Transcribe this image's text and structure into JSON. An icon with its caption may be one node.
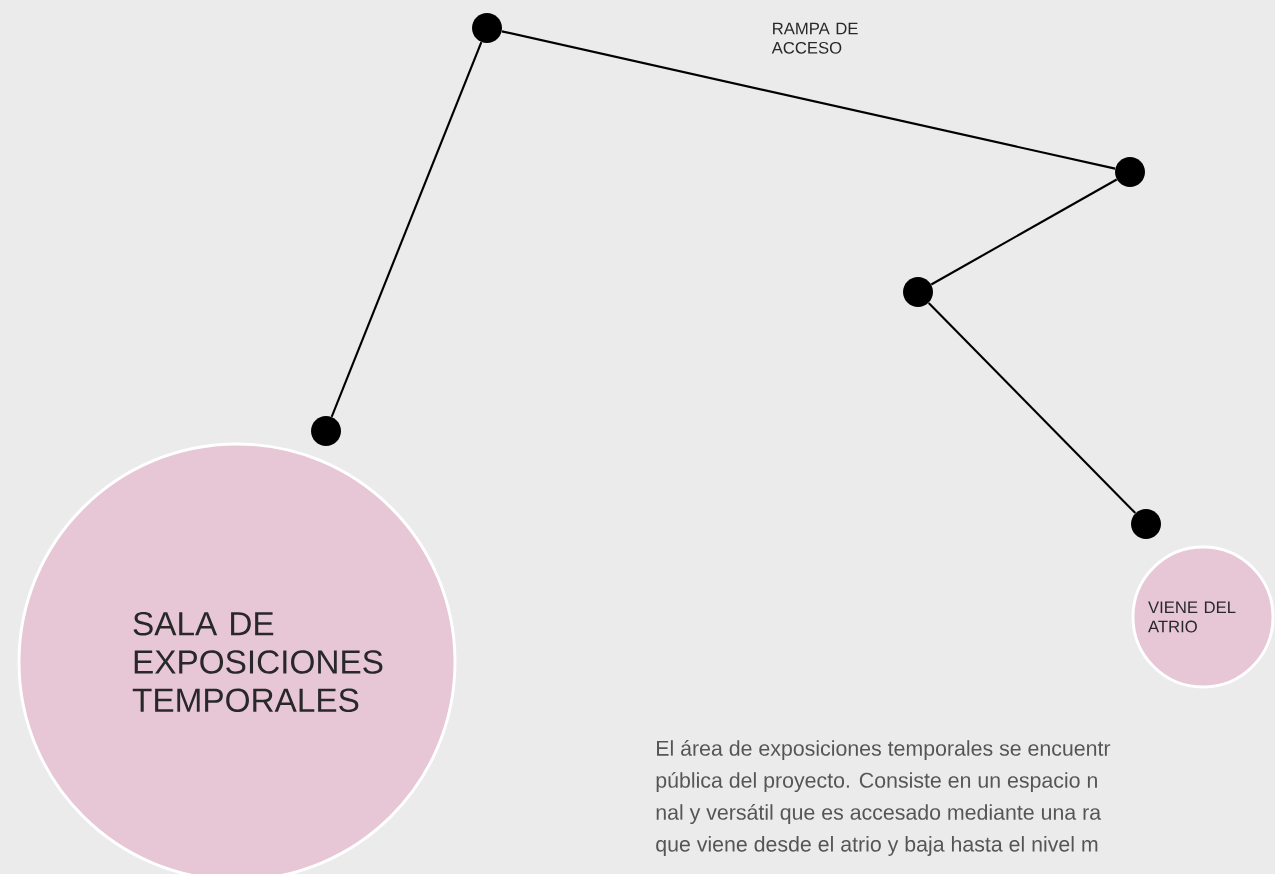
{
  "diagram": {
    "nodes": [
      {
        "text": [],
        "shape": "circle"
      },
      {
        "text": [],
        "shape": "circle"
      },
      {
        "text": [],
        "shape": "circle"
      },
      {
        "text": [],
        "shape": "circle"
      },
      {
        "text": [],
        "shape": "circle"
      },
      {
        "text": [
          "SALA DE EXPOSICIONES TEMPORALES"
        ]
      },
      {
        "text": [
          "VIENE DEL ATRIO"
        ]
      }
    ],
    "edges": [
      {
        "from": 0,
        "to": 1,
        "arrow": "none"
      },
      {
        "from": 1,
        "to": 2,
        "arrow": "none"
      },
      {
        "from": 2,
        "to": 4,
        "arrow": "none"
      },
      {
        "from": 0,
        "to": 3,
        "arrow": "none"
      }
    ],
    "labels": [
      "RAMPA DE ACCESO",
      "El área de exposiciones temporales se encuentr",
      "pública del proyecto. Consiste en un espacio n",
      "nal y versátil que es accesado mediante una ra",
      "que viene desde el atrio y baja hasta el nivel m"
    ]
  }
}
